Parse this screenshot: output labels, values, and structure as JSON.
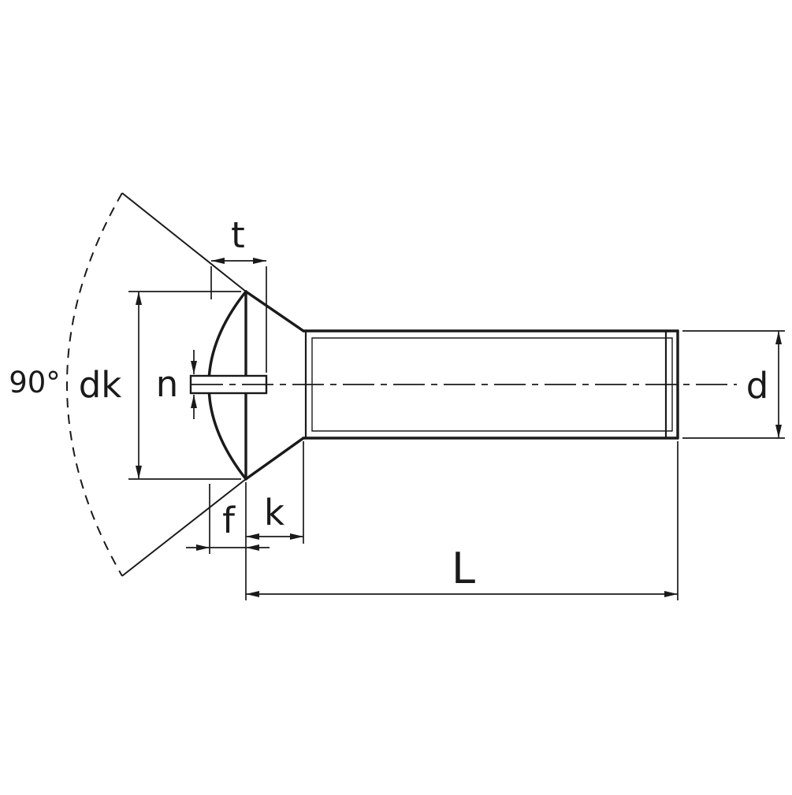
{
  "diagram": {
    "description": "Technical dimension drawing of a slotted raised countersunk (oval) head screw, side view",
    "labels": {
      "angle": "90°",
      "head_diameter": "dk",
      "slot_width": "n",
      "slot_depth": "t",
      "crown_height": "f",
      "head_height": "k",
      "length": "L",
      "thread_diameter": "d"
    },
    "colors": {
      "line": "#1a1a1a",
      "background": "#ffffff"
    }
  }
}
